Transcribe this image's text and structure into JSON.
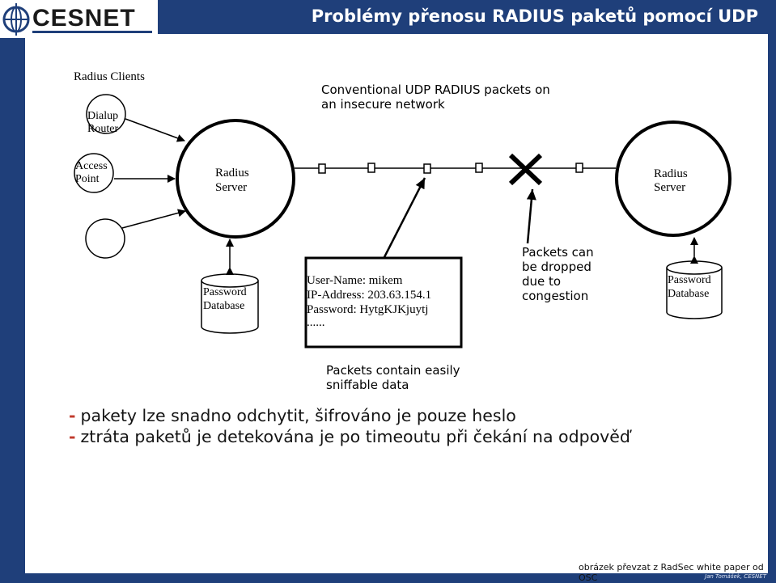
{
  "header": {
    "logo_text": "CESNET",
    "title": "Problémy přenosu RADIUS paketů pomocí UDP"
  },
  "diagram": {
    "clients_label": "Radius Clients",
    "client_dialup": [
      "Dialup",
      "Router"
    ],
    "client_access": [
      "Access",
      "Point"
    ],
    "server_left": [
      "Radius",
      "Server"
    ],
    "server_right": [
      "Radius",
      "Server"
    ],
    "db_left": [
      "Password",
      "Database"
    ],
    "db_right": [
      "Password",
      "Database"
    ],
    "network_caption": [
      "Conventional UDP RADIUS packets on",
      "an insecure network"
    ],
    "packet_box": [
      "User-Name: mikem",
      "IP-Address: 203.63.154.1",
      "Password: HytgKJKjuytj",
      "......"
    ],
    "drop_caption": [
      "Packets can",
      "be dropped",
      "due to",
      "congestion"
    ],
    "sniff_caption": [
      "Packets contain easily",
      "sniffable data"
    ]
  },
  "bullets": [
    {
      "dash": "-",
      "text": "pakety lze snadno odchytit, šifrováno je pouze heslo"
    },
    {
      "dash": "-",
      "text": "ztráta paketů je detekována je po timeoutu při čekání na odpověď"
    }
  ],
  "footer": {
    "source": "obrázek převzat z RadSec white paper od OSC",
    "author": "Jan Tomášek, CESNET"
  },
  "colors": {
    "bar": "#1f3f7a",
    "dash": "#c0392b"
  }
}
